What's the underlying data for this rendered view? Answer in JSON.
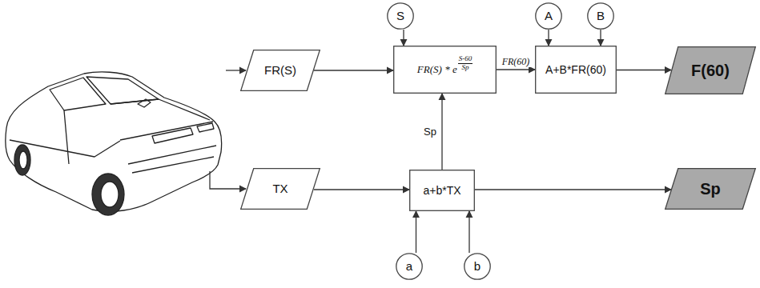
{
  "diagram": {
    "nodes": [
      {
        "text": [
          "S"
        ]
      },
      {
        "text": [
          "A"
        ]
      },
      {
        "text": [
          "B"
        ]
      },
      {
        "text": [
          "FR(S)"
        ]
      },
      {
        "text": [
          "FR(S) * e",
          "S-60",
          "Sp"
        ]
      },
      {
        "text": [
          "A+B*FR(60)"
        ]
      },
      {
        "text": [
          "F(60)"
        ]
      },
      {
        "text": [
          "TX"
        ]
      },
      {
        "text": [
          "a+b*TX"
        ]
      },
      {
        "text": [
          "Sp"
        ]
      },
      {
        "text": [
          "a"
        ]
      },
      {
        "text": [
          "b"
        ]
      }
    ],
    "edges": [
      {
        "from": 3,
        "to": 4,
        "arrow": "to"
      },
      {
        "from": 0,
        "to": 4,
        "arrow": "to"
      },
      {
        "from": 4,
        "to": 5,
        "label": "FR(60)",
        "arrow": "to"
      },
      {
        "from": 1,
        "to": 5,
        "arrow": "to"
      },
      {
        "from": 2,
        "to": 5,
        "arrow": "to"
      },
      {
        "from": 5,
        "to": 6,
        "arrow": "to"
      },
      {
        "from": 7,
        "to": 8,
        "arrow": "to"
      },
      {
        "from": 10,
        "to": 8,
        "arrow": "to"
      },
      {
        "from": 11,
        "to": 8,
        "arrow": "to"
      },
      {
        "from": 8,
        "to": 4,
        "label": "Sp",
        "arrow": "to"
      },
      {
        "from": 8,
        "to": 9,
        "arrow": "to"
      }
    ]
  }
}
